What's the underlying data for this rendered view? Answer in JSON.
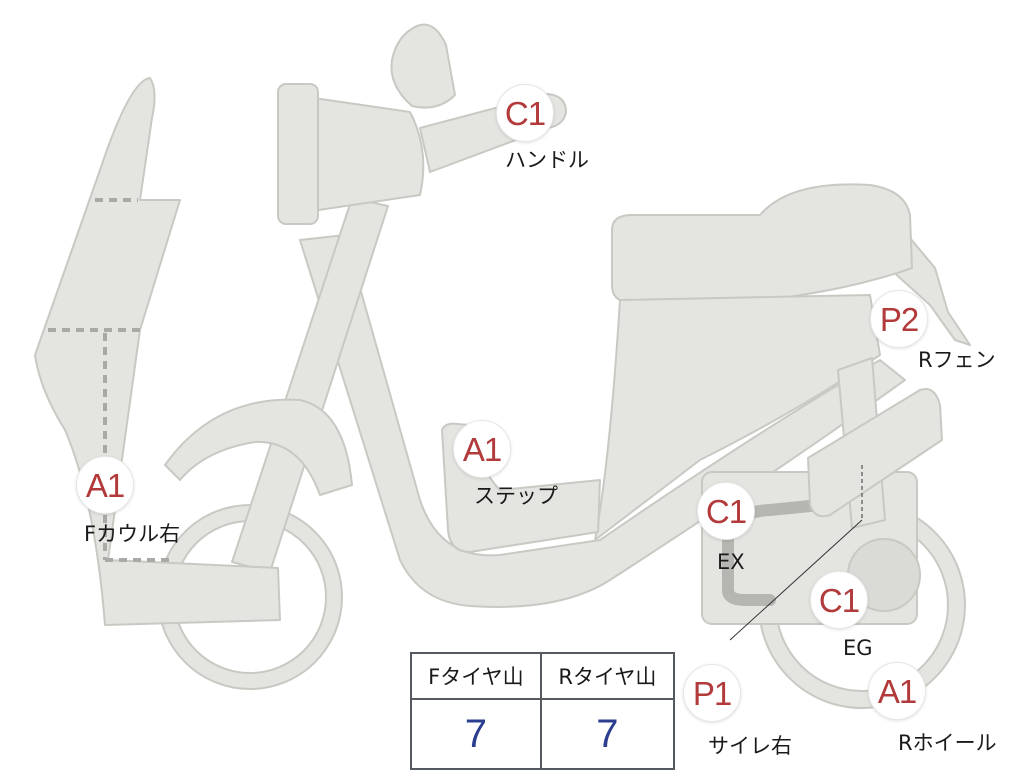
{
  "colors": {
    "body_fill": "#e4e4e0",
    "body_stroke": "#c9c9c4",
    "code_text": "#b23a3a",
    "value_text": "#2a3d8f",
    "dotted_line": "#a9aaa6"
  },
  "markers": [
    {
      "id": "handle",
      "code": "C1",
      "label": "ハンドル"
    },
    {
      "id": "rear-fender",
      "code": "P2",
      "label": "Rフェン"
    },
    {
      "id": "step",
      "code": "A1",
      "label": "ステップ"
    },
    {
      "id": "front-cowl-right",
      "code": "A1",
      "label": "Fカウル右"
    },
    {
      "id": "exhaust",
      "code": "C1",
      "label": "EX"
    },
    {
      "id": "engine",
      "code": "C1",
      "label": "EG"
    },
    {
      "id": "muffler-right",
      "code": "P1",
      "label": "サイレ右"
    },
    {
      "id": "rear-wheel",
      "code": "A1",
      "label": "Rホイール"
    }
  ],
  "tread_table": {
    "headers": [
      "Fタイヤ山",
      "Rタイヤ山"
    ],
    "values": [
      "7",
      "7"
    ]
  }
}
